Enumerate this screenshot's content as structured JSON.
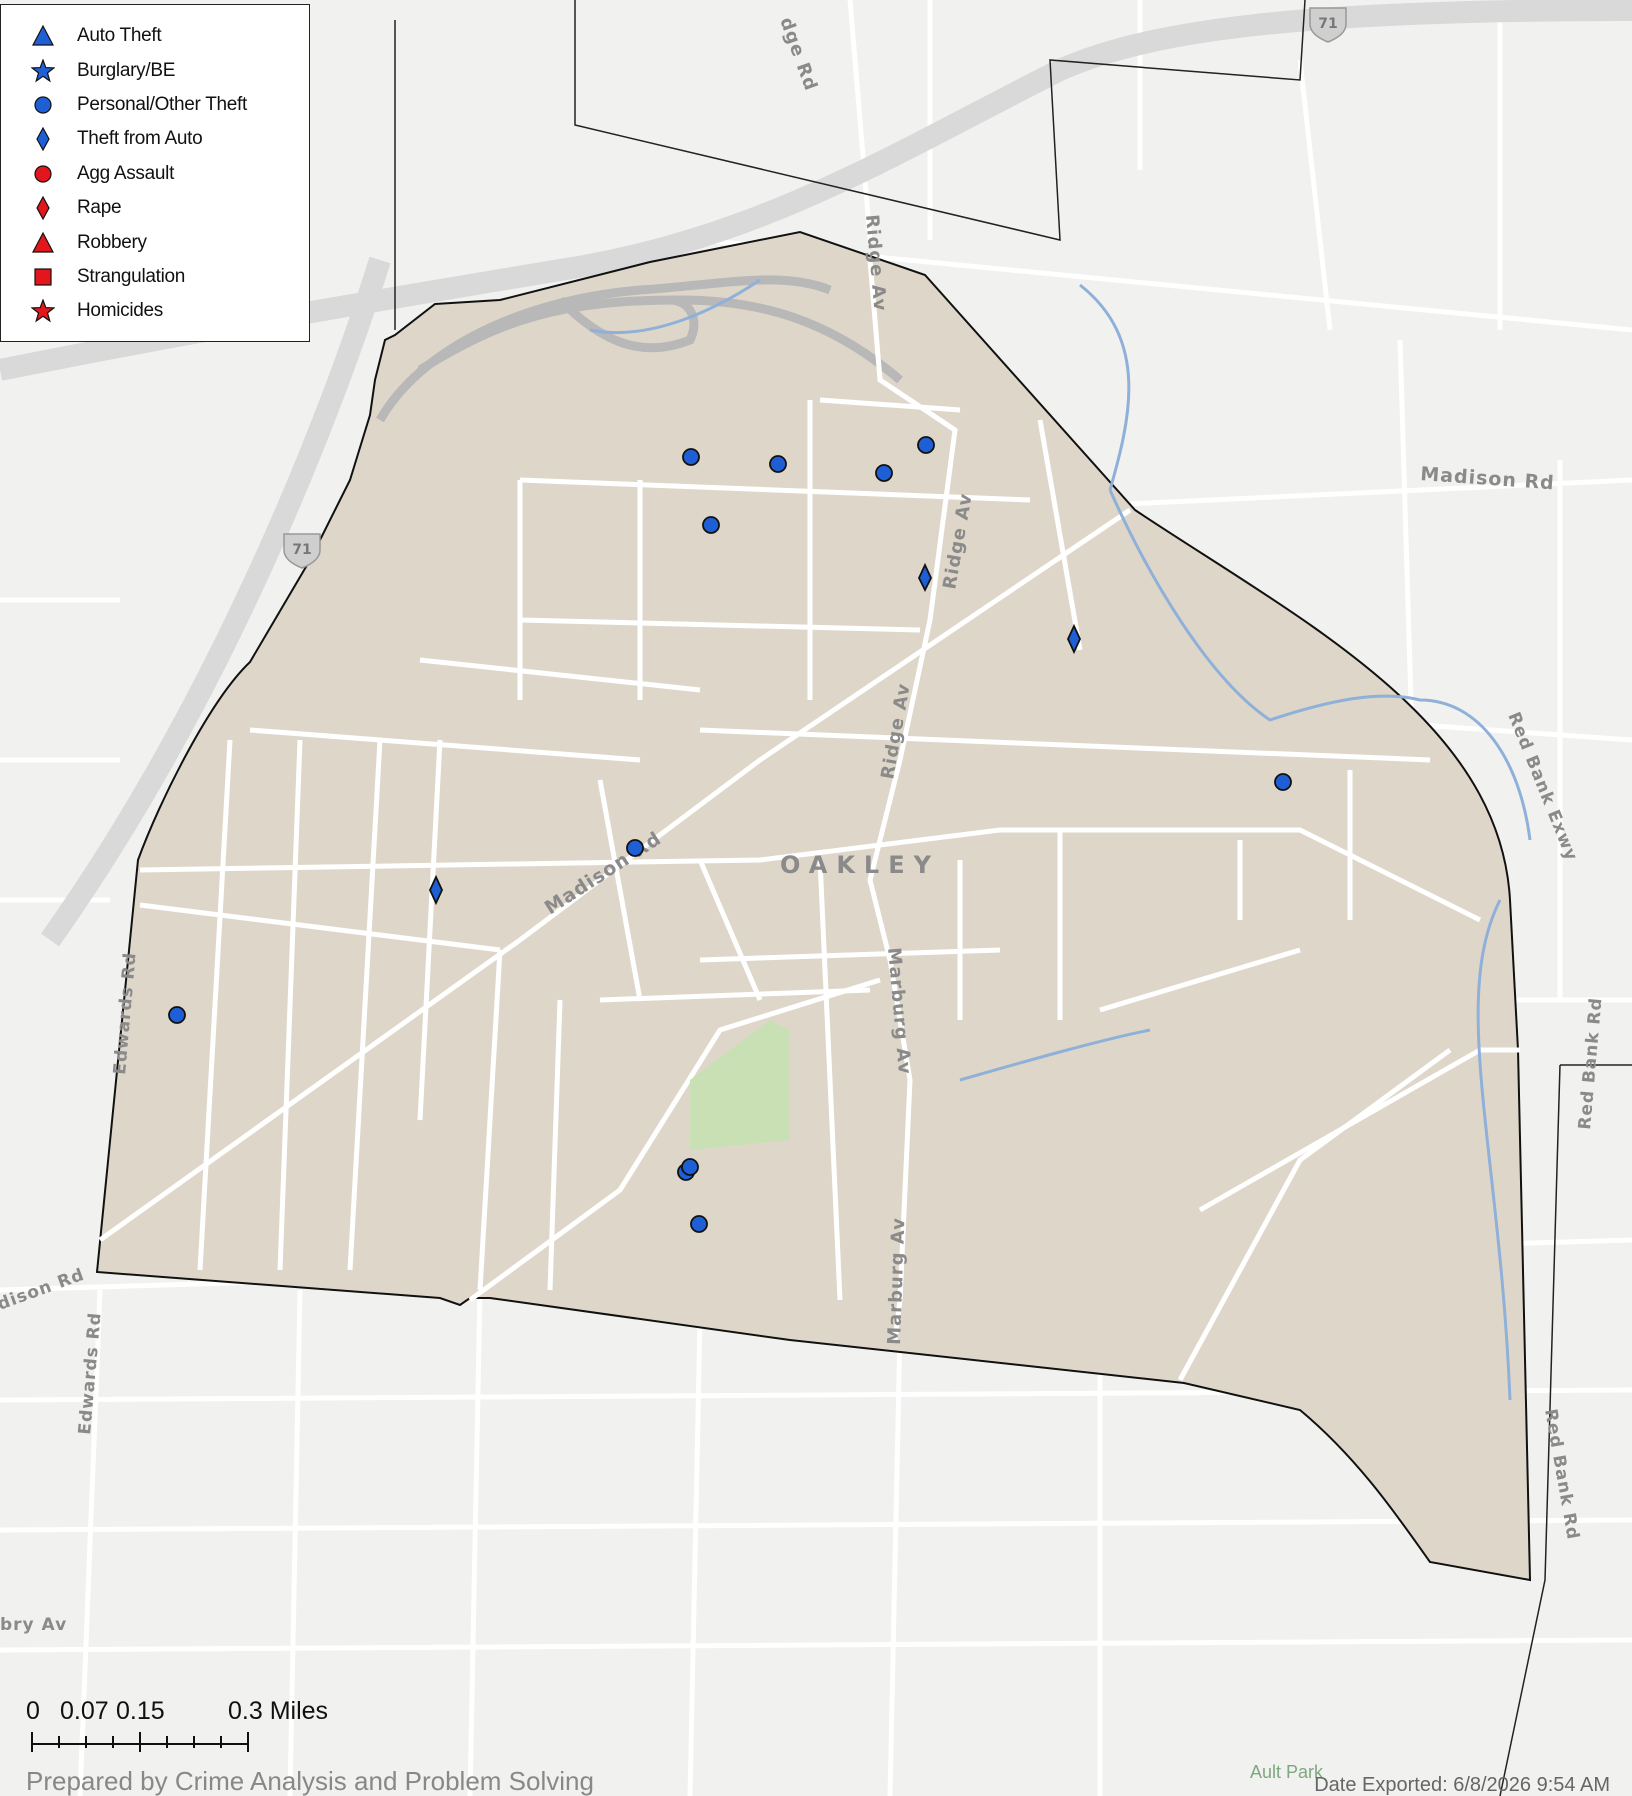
{
  "legend": {
    "items": [
      {
        "label": "Auto Theft",
        "shape": "triangle",
        "color": "#1f5fd6"
      },
      {
        "label": "Burglary/BE",
        "shape": "star",
        "color": "#1f5fd6"
      },
      {
        "label": "Personal/Other Theft",
        "shape": "circle",
        "color": "#1f5fd6"
      },
      {
        "label": "Theft from Auto",
        "shape": "diamond",
        "color": "#1f5fd6"
      },
      {
        "label": "Agg Assault",
        "shape": "circle",
        "color": "#e3161b"
      },
      {
        "label": "Rape",
        "shape": "diamond",
        "color": "#e3161b"
      },
      {
        "label": "Robbery",
        "shape": "triangle",
        "color": "#e3161b"
      },
      {
        "label": "Strangulation",
        "shape": "square",
        "color": "#e3161b"
      },
      {
        "label": "Homicides",
        "shape": "star",
        "color": "#e3161b"
      }
    ]
  },
  "neighborhood_label": "OAKLEY",
  "road_labels": {
    "madison_1": "Madison Rd",
    "madison_2": "Madison Rd",
    "madison_3": "dison Rd",
    "ridge_1": "Ridge Av",
    "ridge_2": "Ridge Av",
    "ridge_3": "Ridge Av",
    "ridge_4": "dge Rd",
    "marburg_1": "Marburg Av",
    "marburg_2": "Marburg Av",
    "edwards_1": "Edwards Rd",
    "edwards_2": "Edwards Rd",
    "redbank_1": "Red Bank Exwy",
    "redbank_2": "Red Bank Rd",
    "redbank_3": "Red Bank Rd",
    "bry": "bry Av",
    "interstate_1": "71",
    "interstate_2": "71"
  },
  "scale_bar": {
    "ticks": [
      "0",
      "0.07",
      "0.15",
      "0.3 Miles"
    ]
  },
  "footer": {
    "prepared_by": "Prepared by Crime Analysis and Problem Solving",
    "date_exported": "Date Exported: 6/8/2026 9:54 AM",
    "park": "Ault Park"
  },
  "colors": {
    "boundary_fill": "#dcd5c6",
    "incident_blue": "#1f5fd6",
    "incident_red": "#e3161b",
    "water": "#8fb0d8",
    "park": "#c9e0b5"
  }
}
